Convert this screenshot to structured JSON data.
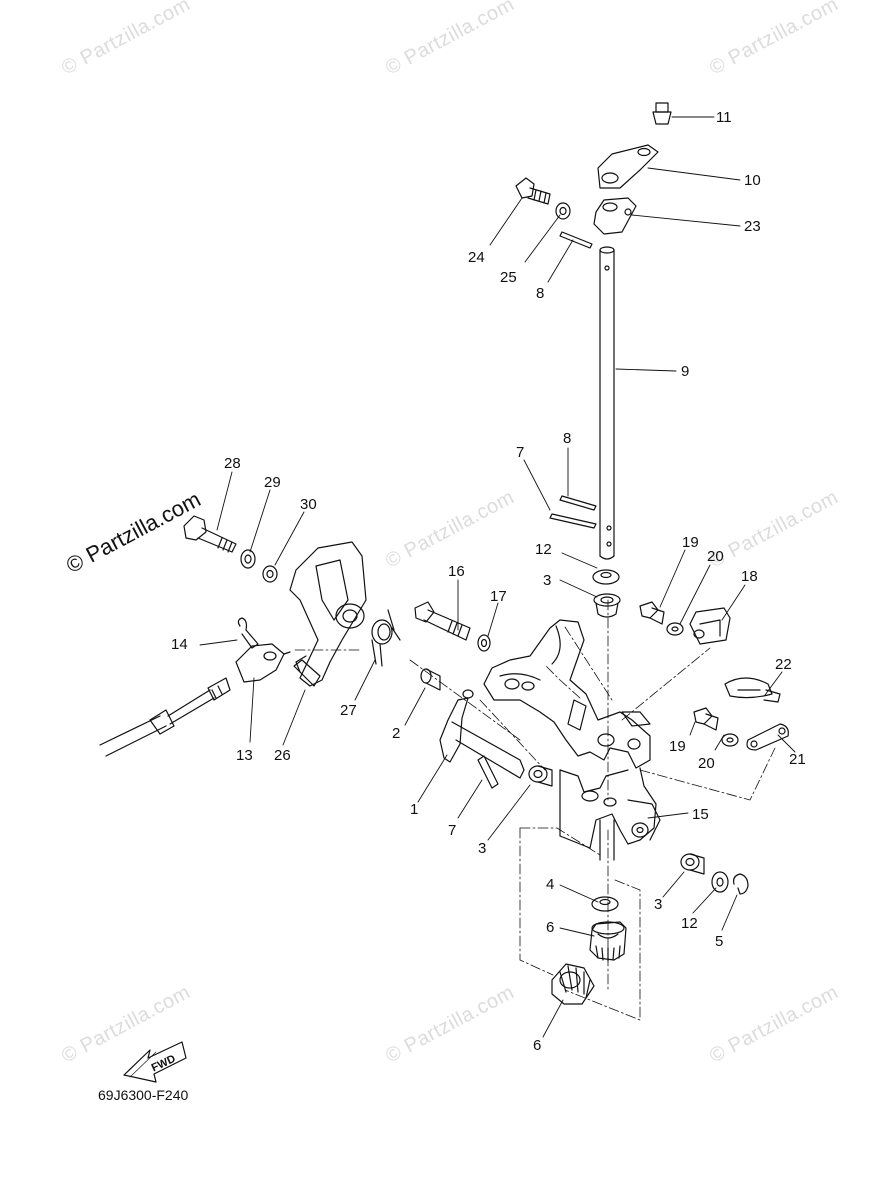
{
  "watermark": {
    "text": "© Partzilla.com"
  },
  "brand_mark": {
    "text": "© Partzilla.com"
  },
  "diagram_code": "69J6300-F240",
  "fwd_arrow": {
    "label": "FWD"
  },
  "callouts": [
    {
      "id": "c11",
      "label": "11"
    },
    {
      "id": "c10",
      "label": "10"
    },
    {
      "id": "c23",
      "label": "23"
    },
    {
      "id": "c24",
      "label": "24"
    },
    {
      "id": "c25",
      "label": "25"
    },
    {
      "id": "c8a",
      "label": "8"
    },
    {
      "id": "c9",
      "label": "9"
    },
    {
      "id": "c8b",
      "label": "8"
    },
    {
      "id": "c7a",
      "label": "7"
    },
    {
      "id": "c28",
      "label": "28"
    },
    {
      "id": "c29",
      "label": "29"
    },
    {
      "id": "c30",
      "label": "30"
    },
    {
      "id": "c12a",
      "label": "12"
    },
    {
      "id": "c19a",
      "label": "19"
    },
    {
      "id": "c20a",
      "label": "20"
    },
    {
      "id": "c18",
      "label": "18"
    },
    {
      "id": "c3a",
      "label": "3"
    },
    {
      "id": "c16",
      "label": "16"
    },
    {
      "id": "c17",
      "label": "17"
    },
    {
      "id": "c14",
      "label": "14"
    },
    {
      "id": "c22",
      "label": "22"
    },
    {
      "id": "c27",
      "label": "27"
    },
    {
      "id": "c2",
      "label": "2"
    },
    {
      "id": "c19b",
      "label": "19"
    },
    {
      "id": "c20b",
      "label": "20"
    },
    {
      "id": "c21",
      "label": "21"
    },
    {
      "id": "c13",
      "label": "13"
    },
    {
      "id": "c26",
      "label": "26"
    },
    {
      "id": "c1",
      "label": "1"
    },
    {
      "id": "c7b",
      "label": "7"
    },
    {
      "id": "c15",
      "label": "15"
    },
    {
      "id": "c3b",
      "label": "3"
    },
    {
      "id": "c4",
      "label": "4"
    },
    {
      "id": "c3c",
      "label": "3"
    },
    {
      "id": "c12b",
      "label": "12"
    },
    {
      "id": "c5",
      "label": "5"
    },
    {
      "id": "c6a",
      "label": "6"
    },
    {
      "id": "c6b",
      "label": "6"
    }
  ]
}
